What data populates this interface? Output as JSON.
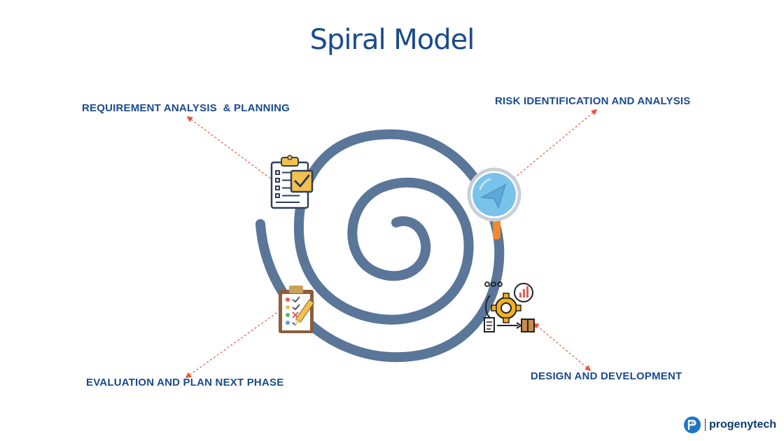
{
  "title": "Spiral Model",
  "phases": {
    "requirement": {
      "label": "REQUIREMENT ANALYSIS  & PLANNING",
      "icon": "clipboard-checklist-icon"
    },
    "risk": {
      "label": "RISK IDENTIFICATION AND ANALYSIS",
      "icon": "magnifying-glass-icon"
    },
    "design": {
      "label": "DESIGN AND DEVELOPMENT",
      "icon": "gear-process-icon"
    },
    "evaluation": {
      "label": "EVALUATION AND PLAN NEXT PHASE",
      "icon": "clipboard-pencil-icon"
    }
  },
  "brand": {
    "name": "progenytech",
    "icon": "progenytech-logo-icon"
  },
  "colors": {
    "title": "#1a4b8c",
    "label": "#1a4b8c",
    "spiral": "#5a7699",
    "arrow": "#e8563a"
  }
}
